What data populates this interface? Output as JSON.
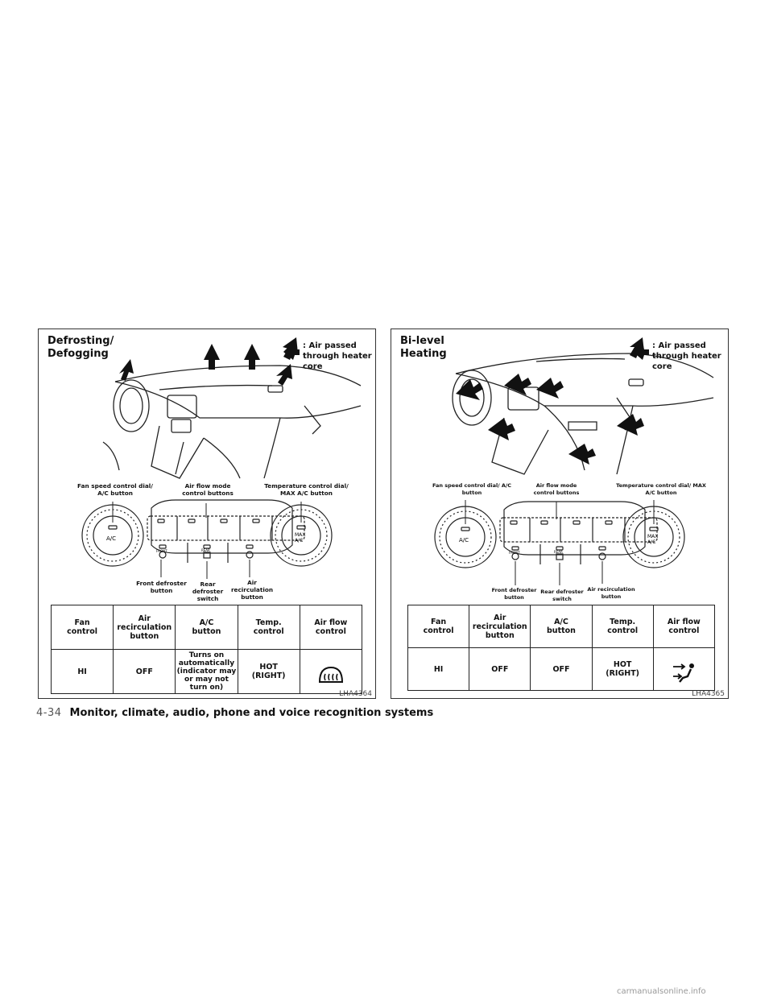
{
  "left": {
    "title": "Defrosting/\nDefogging",
    "legend": ": Air passed\nthrough heater\ncore",
    "labels": {
      "fan_dial": "Fan speed control dial/\nA/C button",
      "air_mode": "Air flow mode\ncontrol buttons",
      "temp_dial": "Temperature control dial/\nMAX A/C button",
      "front_def": "Front defroster\nbutton",
      "rear_def": "Rear\ndefroster\nswitch",
      "recirc": "Air\nrecirculation\nbutton"
    },
    "panel_text": {
      "ac": "A/C",
      "max": "MAX\nA/C",
      "front": "FRONT",
      "rear": "REAR"
    },
    "table": {
      "headers": [
        "Fan\ncontrol",
        "Air\nrecirculation\nbutton",
        "A/C\nbutton",
        "Temp.\ncontrol",
        "Air flow\ncontrol"
      ],
      "row": [
        "HI",
        "OFF",
        "Turns on\nautomatically\n(indicator may\nor may not\nturn on)",
        "HOT\n(RIGHT)"
      ],
      "airflow_icon": "defrost-icon"
    },
    "code": "LHA4364"
  },
  "right": {
    "title": "Bi-level\nHeating",
    "legend": ": Air passed\nthrough heater\ncore",
    "labels": {
      "fan_dial": "Fan speed control dial/ A/C\nbutton",
      "air_mode": "Air flow mode\ncontrol buttons",
      "temp_dial": "Temperature control dial/ MAX\nA/C button",
      "front_def": "Front defroster\nbutton",
      "rear_def": "Rear defroster\nswitch",
      "recirc": "Air recirculation\nbutton"
    },
    "panel_text": {
      "ac": "A/C",
      "max": "MAX\nA/C",
      "front": "FRONT",
      "rear": "REAR"
    },
    "table": {
      "headers": [
        "Fan\ncontrol",
        "Air\nrecirculation\nbutton",
        "A/C\nbutton",
        "Temp.\ncontrol",
        "Air flow\ncontrol"
      ],
      "row": [
        "HI",
        "OFF",
        "OFF",
        "HOT\n(RIGHT)"
      ],
      "airflow_icon": "bi-level-icon"
    },
    "code": "LHA4365"
  },
  "footer": {
    "page": "4-34",
    "section": "Monitor, climate, audio, phone and voice recognition systems"
  },
  "watermark": "carmanualsonline.info"
}
